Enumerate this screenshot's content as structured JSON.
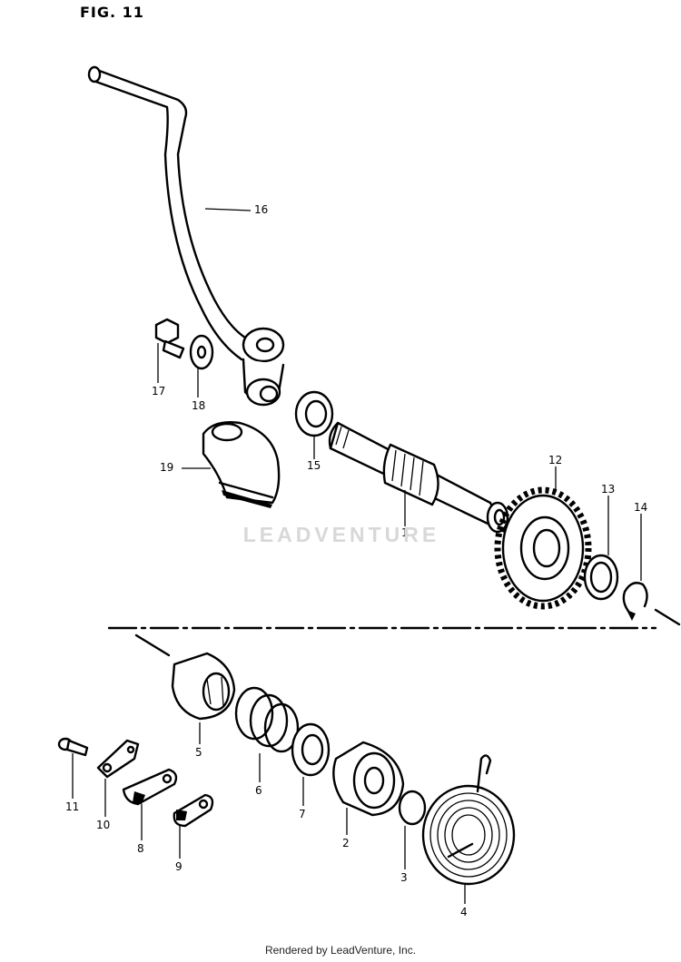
{
  "figure": {
    "label": "FIG. 11"
  },
  "watermark": {
    "text": "LEADVENTURE"
  },
  "footer": {
    "text": "Rendered by LeadVenture, Inc."
  },
  "parts": [
    {
      "id": "part-1",
      "label": "1"
    },
    {
      "id": "part-2",
      "label": "2"
    },
    {
      "id": "part-3",
      "label": "3"
    },
    {
      "id": "part-4",
      "label": "4"
    },
    {
      "id": "part-5",
      "label": "5"
    },
    {
      "id": "part-6",
      "label": "6"
    },
    {
      "id": "part-7",
      "label": "7"
    },
    {
      "id": "part-8",
      "label": "8"
    },
    {
      "id": "part-9",
      "label": "9"
    },
    {
      "id": "part-10",
      "label": "10"
    },
    {
      "id": "part-11",
      "label": "11"
    },
    {
      "id": "part-12",
      "label": "12"
    },
    {
      "id": "part-13",
      "label": "13"
    },
    {
      "id": "part-14",
      "label": "14"
    },
    {
      "id": "part-15",
      "label": "15"
    },
    {
      "id": "part-16",
      "label": "16"
    },
    {
      "id": "part-17",
      "label": "17"
    },
    {
      "id": "part-18",
      "label": "18"
    },
    {
      "id": "part-19",
      "label": "19"
    }
  ]
}
